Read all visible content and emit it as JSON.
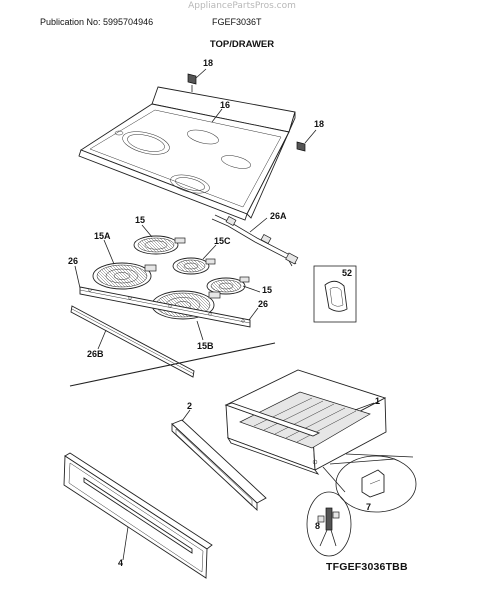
{
  "header": {
    "watermark": "AppliancePartsPros.com",
    "publication": "Publication No: 5995704946",
    "model": "FGEF3036T",
    "section_title": "TOP/DRAWER"
  },
  "callouts": {
    "c18a": "18",
    "c16": "16",
    "c18b": "18",
    "c15a": "15",
    "c26a": "26A",
    "c15A": "15A",
    "c15c": "15C",
    "c26left": "26",
    "c52": "52",
    "c15b": "15",
    "c26right": "26",
    "c15B": "15B",
    "c26B": "26B",
    "c2": "2",
    "c1": "1",
    "c7": "7",
    "c8": "8",
    "c4": "4"
  },
  "footer": {
    "diagram_id": "TFGEF3036TBB"
  }
}
